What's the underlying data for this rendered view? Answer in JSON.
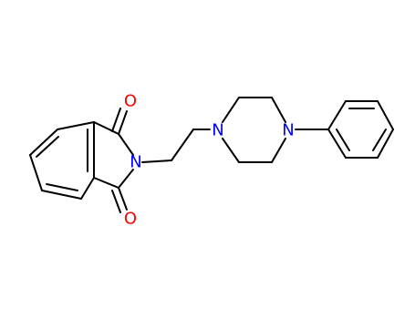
{
  "colors": {
    "bond": "#000000",
    "N": "#0000ff",
    "O": "#ff0000"
  },
  "atoms": {
    "o_top": {
      "symbol": "O"
    },
    "o_bottom": {
      "symbol": "O"
    },
    "n_imide": {
      "symbol": "N"
    },
    "n_pip_left": {
      "symbol": "N"
    },
    "n_pip_right": {
      "symbol": "N"
    }
  }
}
